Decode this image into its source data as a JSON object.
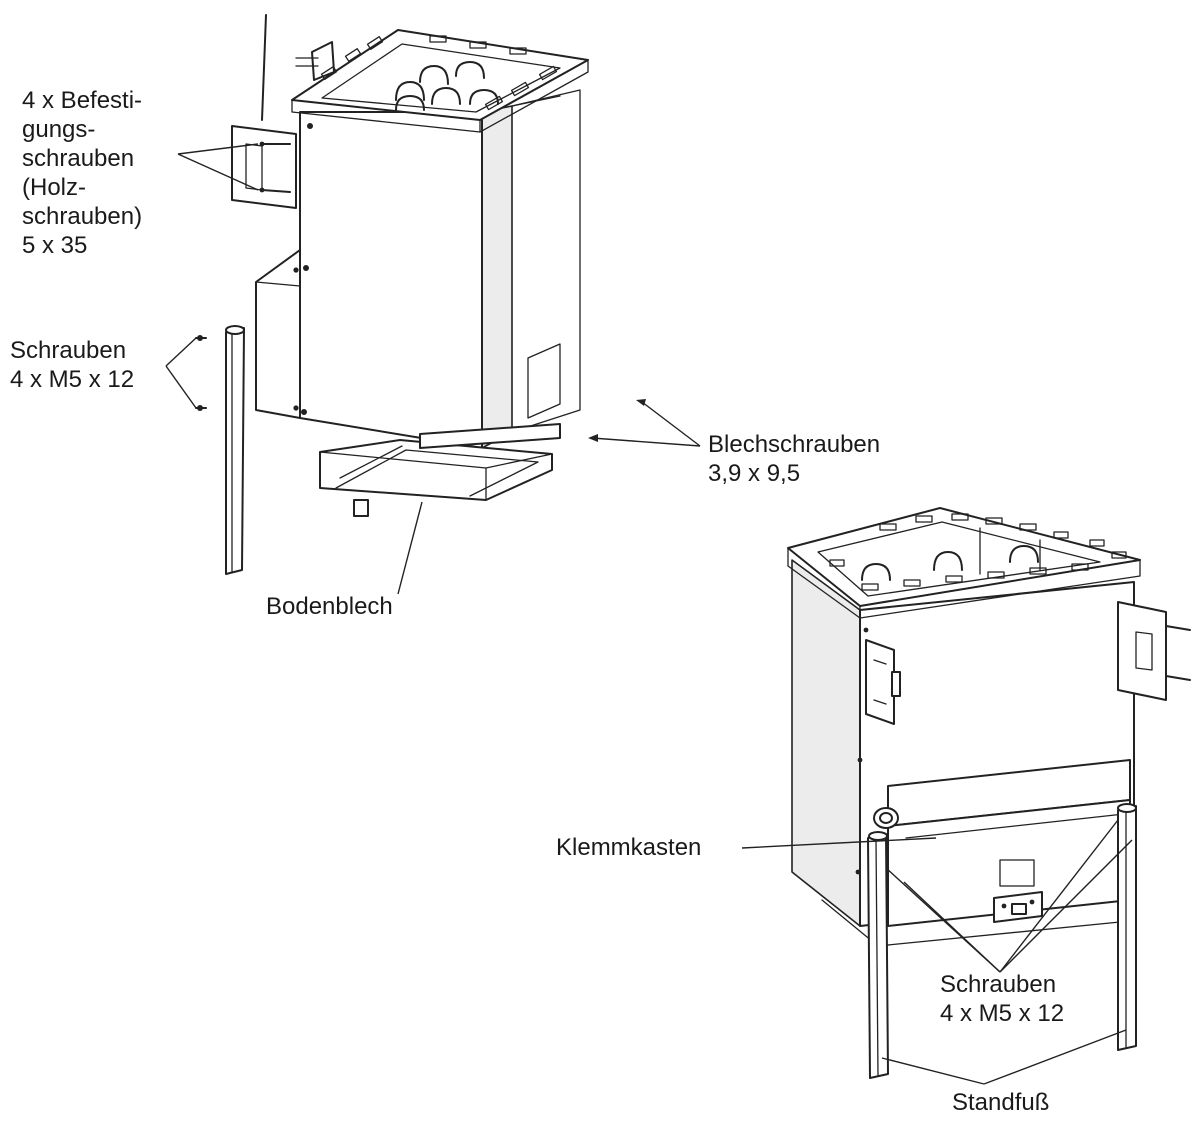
{
  "labels": {
    "befestigung": [
      "4 x Befesti-",
      "gungs-",
      "schrauben",
      "(Holz-",
      "schrauben)",
      "5 x 35"
    ],
    "schrauben_left": [
      "Schrauben",
      "4 x M5 x 12"
    ],
    "blechschrauben": [
      "Blechschrauben",
      "3,9 x 9,5"
    ],
    "bodenblech": "Bodenblech",
    "klemmkasten": "Klemmkasten",
    "schrauben_right": [
      "Schrauben",
      "4 x M5 x 12"
    ],
    "standfuss": "Standfuß"
  }
}
